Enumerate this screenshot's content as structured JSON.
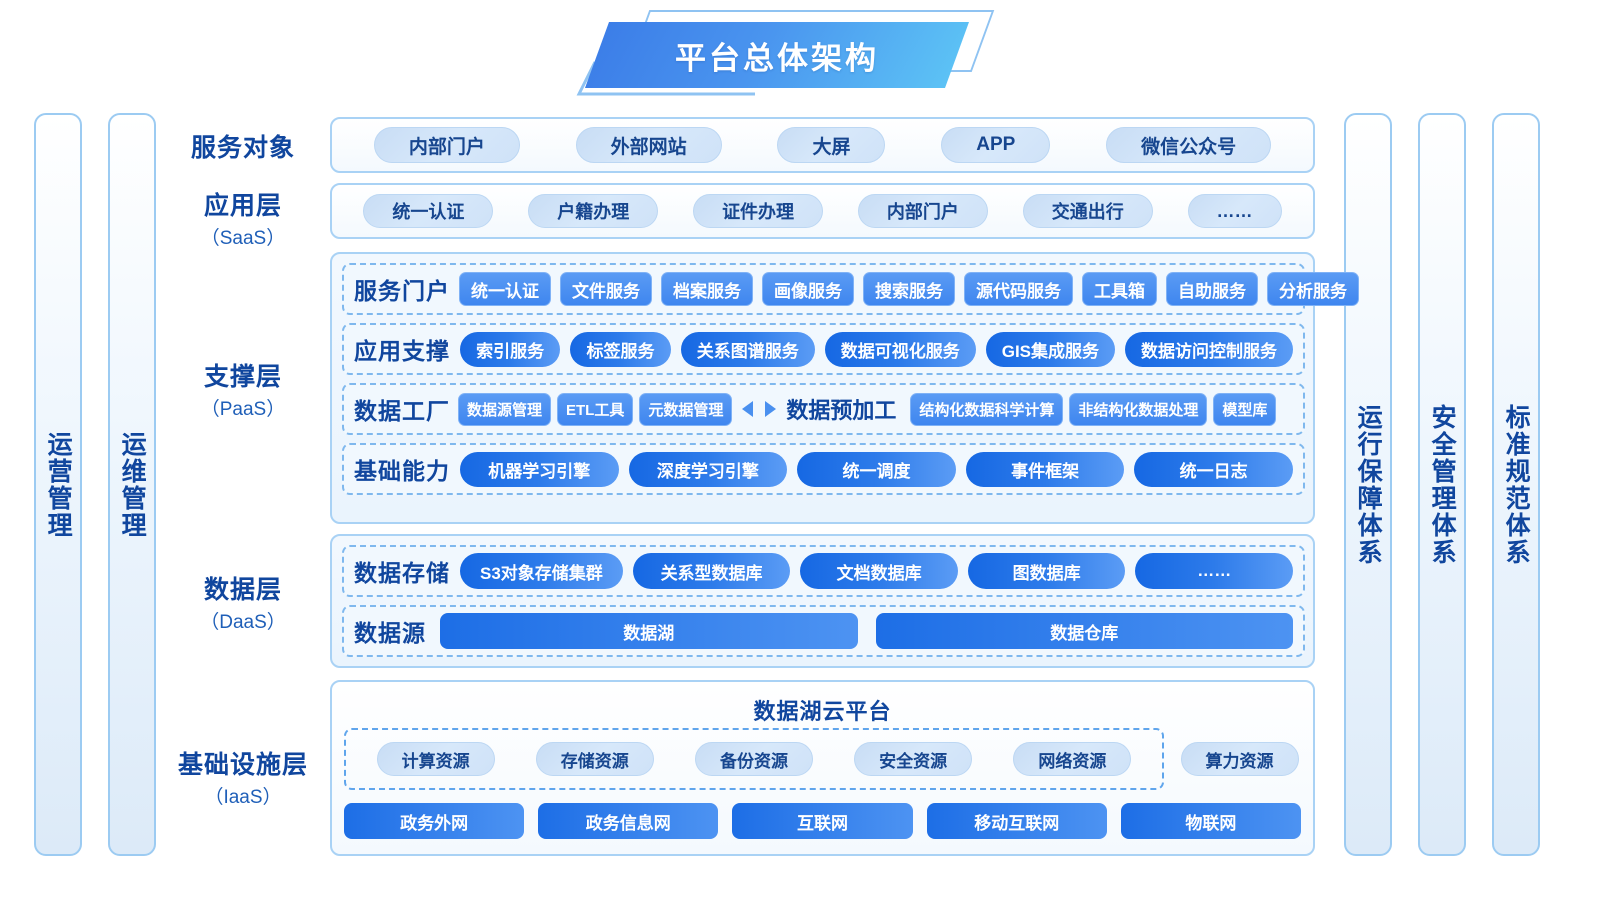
{
  "title": {
    "text": "平台总体架构"
  },
  "left_bars": [
    {
      "label": "运营管理",
      "name": "operations-management"
    },
    {
      "label": "运维管理",
      "name": "maintenance-management"
    }
  ],
  "right_bars": [
    {
      "label": "运行保障体系",
      "name": "operation-assurance-system"
    },
    {
      "label": "安全管理体系",
      "name": "security-management-system"
    },
    {
      "label": "标准规范体系",
      "name": "standards-specification-system"
    }
  ],
  "layers": [
    {
      "main": "服务对象",
      "sub": ""
    },
    {
      "main": "应用层",
      "sub": "（SaaS）"
    },
    {
      "main": "支撑层",
      "sub": "（PaaS）"
    },
    {
      "main": "数据层",
      "sub": "（DaaS）"
    },
    {
      "main": "基础设施层",
      "sub": "（IaaS）"
    }
  ],
  "service_objects": [
    "内部门户",
    "外部网站",
    "大屏",
    "APP",
    "微信公众号"
  ],
  "app_layer": [
    "统一认证",
    "户籍办理",
    "证件办理",
    "内部门户",
    "交通出行",
    "……"
  ],
  "paas": {
    "service_portal": {
      "label": "服务门户",
      "items": [
        "统一认证",
        "文件服务",
        "档案服务",
        "画像服务",
        "搜索服务",
        "源代码服务",
        "工具箱",
        "自助服务",
        "分析服务"
      ]
    },
    "app_support": {
      "label": "应用支撑",
      "items": [
        "索引服务",
        "标签服务",
        "关系图谱服务",
        "数据可视化服务",
        "GIS集成服务",
        "数据访问控制服务"
      ]
    },
    "data_factory": {
      "label": "数据工厂",
      "left_items": [
        "数据源管理",
        "ETL工具",
        "元数据管理"
      ],
      "arrow_icon": "bidirectional-arrow-icon",
      "mid_label": "数据预加工",
      "right_items": [
        "结构化数据科学计算",
        "非结构化数据处理",
        "模型库"
      ]
    },
    "base_capability": {
      "label": "基础能力",
      "items": [
        "机器学习引擎",
        "深度学习引擎",
        "统一调度",
        "事件框架",
        "统一日志"
      ]
    }
  },
  "daas": {
    "data_storage": {
      "label": "数据存储",
      "items": [
        "S3对象存储集群",
        "关系型数据库",
        "文档数据库",
        "图数据库",
        "……"
      ]
    },
    "data_source": {
      "label": "数据源",
      "items": [
        "数据湖",
        "数据仓库"
      ]
    }
  },
  "iaas": {
    "cloud_title": "数据湖云平台",
    "resources": [
      "计算资源",
      "存储资源",
      "备份资源",
      "安全资源",
      "网络资源"
    ],
    "extra_resource": "算力资源",
    "networks": [
      "政务外网",
      "政务信息网",
      "互联网",
      "移动互联网",
      "物联网"
    ]
  },
  "colors": {
    "brand_blue": "#1668e3",
    "deep_navy": "#10469e",
    "pale_pill": "#cfe2f8",
    "panel_border": "#a9d2f5",
    "dash_border": "#7fb8ee",
    "title_gradient_start": "#3c7ee8",
    "title_gradient_end": "#5cc2f5"
  }
}
